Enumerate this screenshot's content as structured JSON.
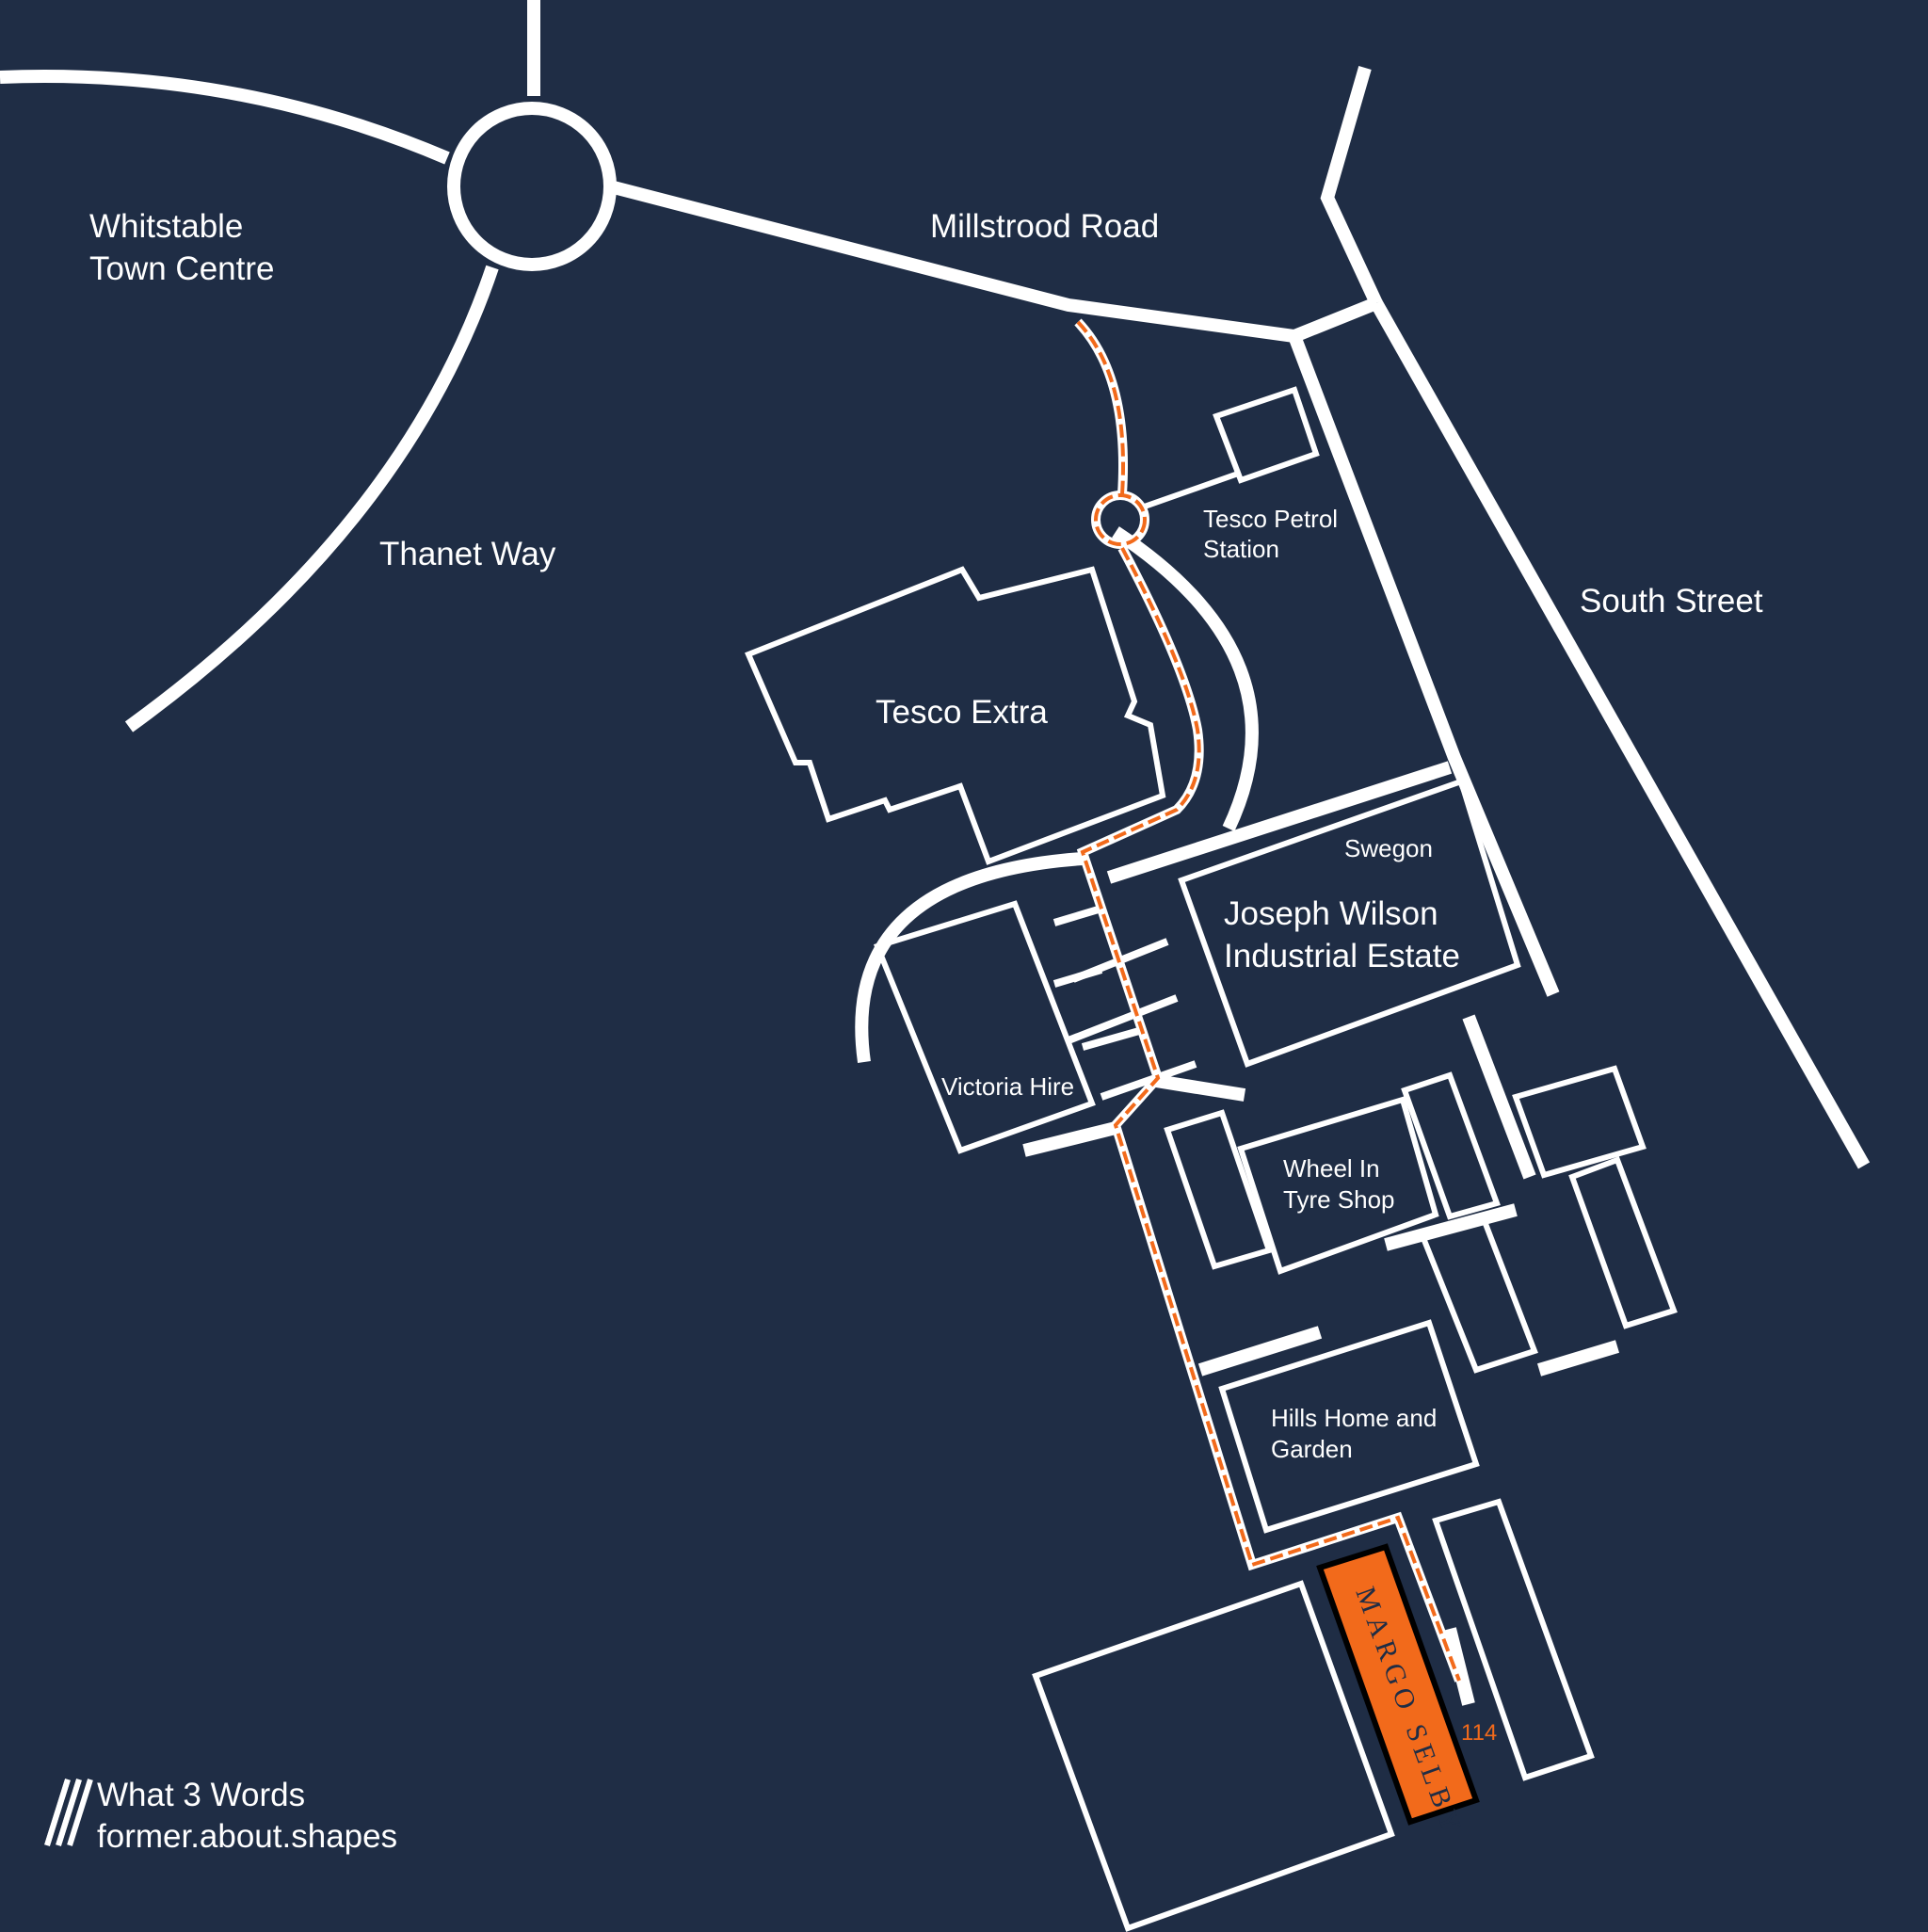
{
  "colors": {
    "background": "#1f2d45",
    "roads": "#ffffff",
    "route": "#f26a1b",
    "destination": "#f26a1b"
  },
  "roads": {
    "whitstable": [
      "Whitstable",
      "Town Centre"
    ],
    "millstrood": "Millstrood Road",
    "thanet": "Thanet Way",
    "south_street": "South Street"
  },
  "buildings": {
    "tesco_petrol": [
      "Tesco Petrol",
      "Station"
    ],
    "tesco_extra": "Tesco Extra",
    "swegon": "Swegon",
    "joseph_wilson": [
      "Joseph Wilson",
      "Industrial Estate"
    ],
    "victoria_hire": "Victoria Hire",
    "wheel_in": [
      "Wheel In",
      "Tyre Shop"
    ],
    "hills": [
      "Hills Home and",
      "Garden"
    ]
  },
  "destination": {
    "name": "MARGO SELBY",
    "unit_number": "114"
  },
  "what3words": {
    "icon": "what3words-slashes-icon",
    "title": "What 3 Words",
    "address": "former.about.shapes"
  }
}
